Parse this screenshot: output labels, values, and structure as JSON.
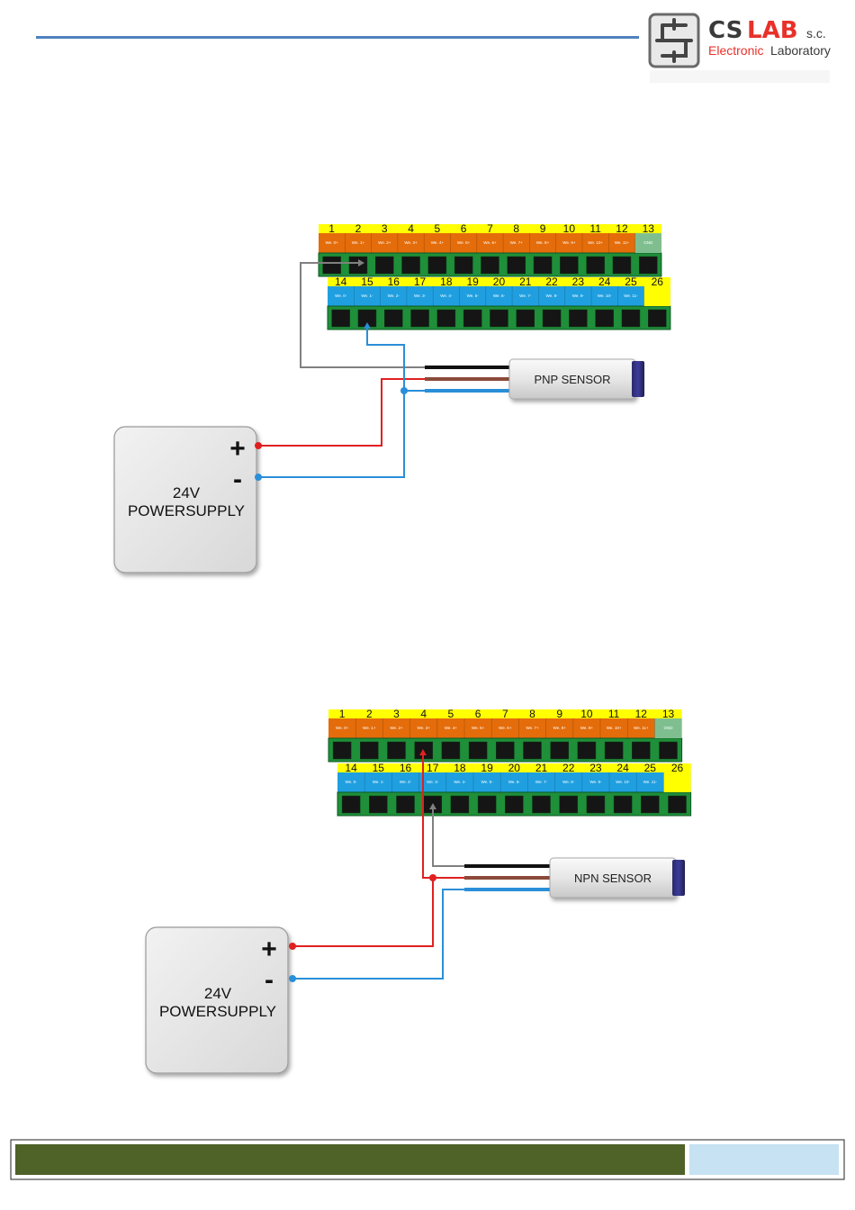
{
  "logo": {
    "cs": "CS",
    "lab": "LAB",
    "sc": "s.c.",
    "electronic": "Electronic",
    "laboratory": "Laboratory"
  },
  "diagrams": [
    {
      "top_row": {
        "numbers": [
          "1",
          "2",
          "3",
          "4",
          "5",
          "6",
          "7",
          "8",
          "9",
          "10",
          "11",
          "12",
          "13"
        ],
        "labels": [
          "We. 0+",
          "We. 1+",
          "We. 2+",
          "We. 3+",
          "We. 4+",
          "We. 5+",
          "We. 6+",
          "We. 7+",
          "We. 8+",
          "We. 9+",
          "We. 10+",
          "We. 11+",
          "GND"
        ]
      },
      "bottom_row": {
        "numbers": [
          "14",
          "15",
          "16",
          "17",
          "18",
          "19",
          "20",
          "21",
          "22",
          "23",
          "24",
          "25",
          "26"
        ],
        "labels": [
          "We. 0-",
          "We. 1-",
          "We. 2-",
          "We. 3-",
          "We. 4-",
          "We. 5-",
          "We. 6-",
          "We. 7-",
          "We. 8-",
          "We. 9-",
          "We. 10-",
          "We. 11-",
          ""
        ]
      },
      "sensor_label": "PNP SENSOR",
      "psu_plus": "+",
      "psu_minus": "-",
      "psu_line1": "24V",
      "psu_line2": "POWERSUPPLY"
    },
    {
      "top_row": {
        "numbers": [
          "1",
          "2",
          "3",
          "4",
          "5",
          "6",
          "7",
          "8",
          "9",
          "10",
          "11",
          "12",
          "13"
        ],
        "labels": [
          "We. 0+",
          "We. 1+",
          "We. 2+",
          "We. 3+",
          "We. 4+",
          "We. 5+",
          "We. 6+",
          "We. 7+",
          "We. 8+",
          "We. 9+",
          "We. 10+",
          "We. 11+",
          "GND"
        ]
      },
      "bottom_row": {
        "numbers": [
          "14",
          "15",
          "16",
          "17",
          "18",
          "19",
          "20",
          "21",
          "22",
          "23",
          "24",
          "25",
          "26"
        ],
        "labels": [
          "We. 0-",
          "We. 1-",
          "We. 2-",
          "We. 3-",
          "We. 4-",
          "We. 5-",
          "We. 6-",
          "We. 7-",
          "We. 8-",
          "We. 9-",
          "We. 10-",
          "We. 11-",
          ""
        ]
      },
      "sensor_label": "NPN SENSOR",
      "psu_plus": "+",
      "psu_minus": "-",
      "psu_line1": "24V",
      "psu_line2": "POWERSUPPLY"
    }
  ],
  "colors": {
    "header_line": "#4f81bd",
    "footer_green": "#4f6228",
    "footer_blue": "#c6e2f3",
    "row_yellow": "#ffff00",
    "top_label_orange": "#e46c0a",
    "gnd_green": "#7fbf8f",
    "bottom_label_blue": "#1f9fe0",
    "terminal_green": "#1f8f3a",
    "wire_red": "#e02020",
    "wire_blue": "#2a8fd8",
    "wire_gray": "#808080",
    "wire_black": "#111111",
    "wire_brown": "#8b4a3a",
    "logo_red": "#e8312a",
    "logo_dark": "#3a3a3a"
  }
}
